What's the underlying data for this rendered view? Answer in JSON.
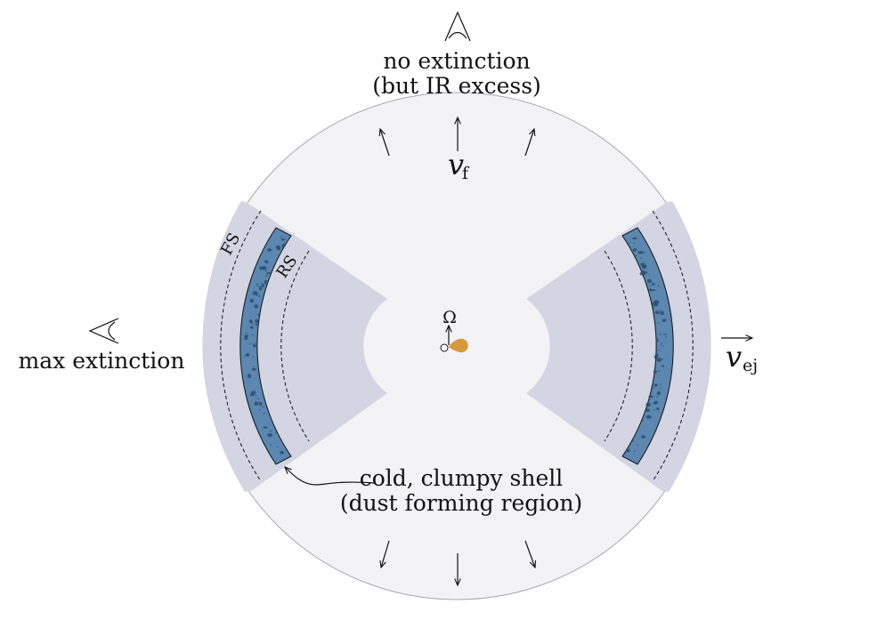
{
  "labels": {
    "top_observer_line1": "no extinction",
    "top_observer_line2": "(but IR excess)",
    "left_observer": "max extinction",
    "v_f_main": "v",
    "v_f_sub": "f",
    "v_ej_main": "v",
    "v_ej_sub": "ej",
    "omega": "Ω",
    "forward_shock": "FS",
    "reverse_shock": "RS",
    "shell_line1": "cold, clumpy shell",
    "shell_line2": "(dust forming region)"
  },
  "icons": {
    "observer_top": "eye-icon",
    "observer_left": "eye-icon"
  },
  "colors": {
    "outflow_disk": "#f3f3f6",
    "equatorial_ejecta": "#d3d5e2",
    "dust_shell": "#5b87b0",
    "dust_clump": "#2c4f72",
    "binary_companion": "#d79a3b",
    "outline": "#9a9aa2",
    "ink": "#111111"
  }
}
